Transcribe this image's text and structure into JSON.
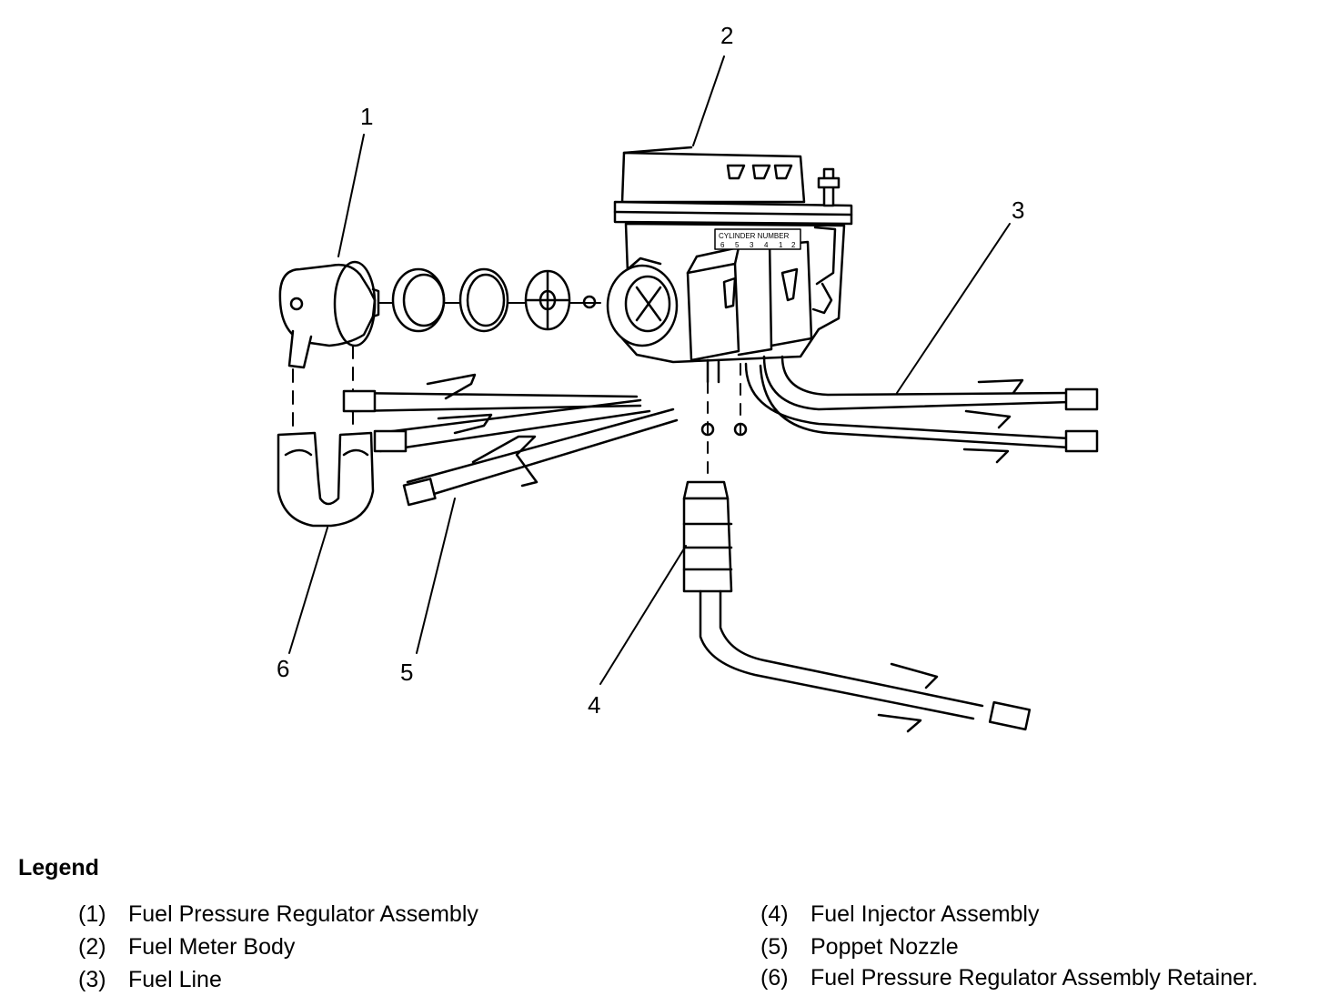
{
  "callouts": [
    "1",
    "2",
    "3",
    "4",
    "5",
    "6"
  ],
  "diagram_text": {
    "cylinder_number": "CYLINDER NUMBER",
    "cylinder_digits": [
      "6",
      "5",
      "3",
      "4",
      "1",
      "2"
    ]
  },
  "legend": {
    "title": "Legend",
    "items": [
      {
        "num": "(1)",
        "label": "Fuel Pressure Regulator Assembly"
      },
      {
        "num": "(2)",
        "label": "Fuel Meter Body"
      },
      {
        "num": "(3)",
        "label": "Fuel Line"
      },
      {
        "num": "(4)",
        "label": "Fuel Injector Assembly"
      },
      {
        "num": "(5)",
        "label": "Poppet Nozzle"
      },
      {
        "num": "(6)",
        "label": "Fuel Pressure Regulator Assembly Retainer."
      }
    ]
  }
}
